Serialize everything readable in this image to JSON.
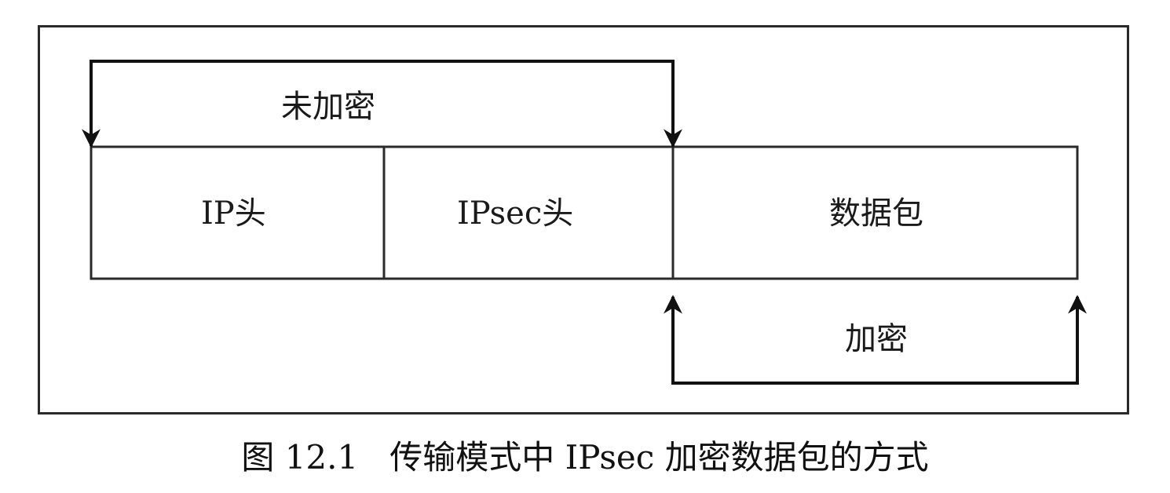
{
  "labels": {
    "unencrypted": "未加密",
    "encrypted": "加密"
  },
  "segments": [
    {
      "id": "ip-header",
      "label": "IP头"
    },
    {
      "id": "ipsec-header",
      "label": "IPsec头"
    },
    {
      "id": "payload",
      "label": "数据包"
    }
  ],
  "caption": {
    "number": "图 12.1",
    "title": "传输模式中 IPsec 加密数据包的方式"
  }
}
